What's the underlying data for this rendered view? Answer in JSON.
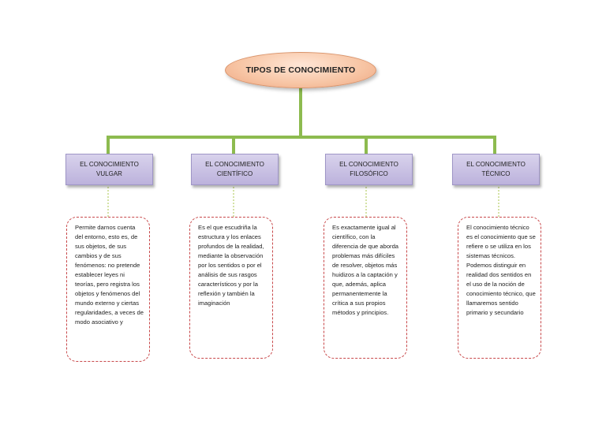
{
  "root": {
    "title": "TIPOS DE CONOCIMIENTO"
  },
  "colors": {
    "connector": "#8dbb4f",
    "root_fill": "#f7c4a3",
    "category_fill": "#c8c0e4",
    "description_border": "#c8484a"
  },
  "categories": [
    {
      "title": "EL CONOCIMIENTO VULGAR",
      "description": "Permite darnos cuenta del entorno, esto es, de sus objetos, de sus cambios y de sus fenómenos: no pretende establecer leyes ni teorías, pero registra los objetos y fenómenos del mundo externo y ciertas regularidades, a veces de modo asociativo y"
    },
    {
      "title": "EL CONOCIMIENTO CIENTÍFICO",
      "description": "Es el que escudriña la estructura y los enlaces profundos de la realidad, mediante la observación por los sentidos o por el análisis de sus rasgos característicos y por la reflexión y también la imaginación"
    },
    {
      "title": "EL CONOCIMIENTO FILOSÓFICO",
      "description": "Es exactamente igual al científico, con la diferencia de que aborda problemas más difíciles de resolver, objetos más huidizos a la captación y que, además, aplica permanentemente la crítica a sus propios métodos y principios."
    },
    {
      "title": "EL CONOCIMIENTO TÉCNICO",
      "description": "El conocimiento técnico es el conocimiento que se refiere o se utiliza en los sistemas técnicos. Podemos distinguir en realidad dos sentidos en el uso de la noción de conocimiento técnico, que llamaremos sentido primario y secundario"
    }
  ]
}
